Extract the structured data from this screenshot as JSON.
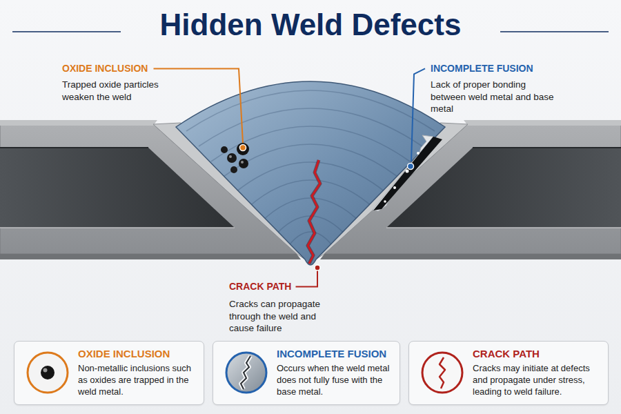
{
  "diagram": {
    "title": "Hidden Weld Defects",
    "nodes": [
      {
        "text": [
          "OXIDE INCLUSION",
          "Non-metallic inclusions such as oxides are trapped in the weld metal."
        ]
      },
      {
        "text": [
          "INCOMPLETE FUSION",
          "Occurs when the weld metal does not fully fuse with the base metal."
        ]
      },
      {
        "text": [
          "CRACK PATH",
          "Cracks may initiate at defects and propagate under stress, leading to weld failure."
        ]
      }
    ],
    "labels": [
      "OXIDE INCLUSION",
      "Trapped oxide particles weaken the weld",
      "INCOMPLETE FUSION",
      "Lack of proper bonding between weld metal and base metal",
      "CRACK PATH",
      "Cracks can propagate through the weld and cause failure"
    ]
  }
}
